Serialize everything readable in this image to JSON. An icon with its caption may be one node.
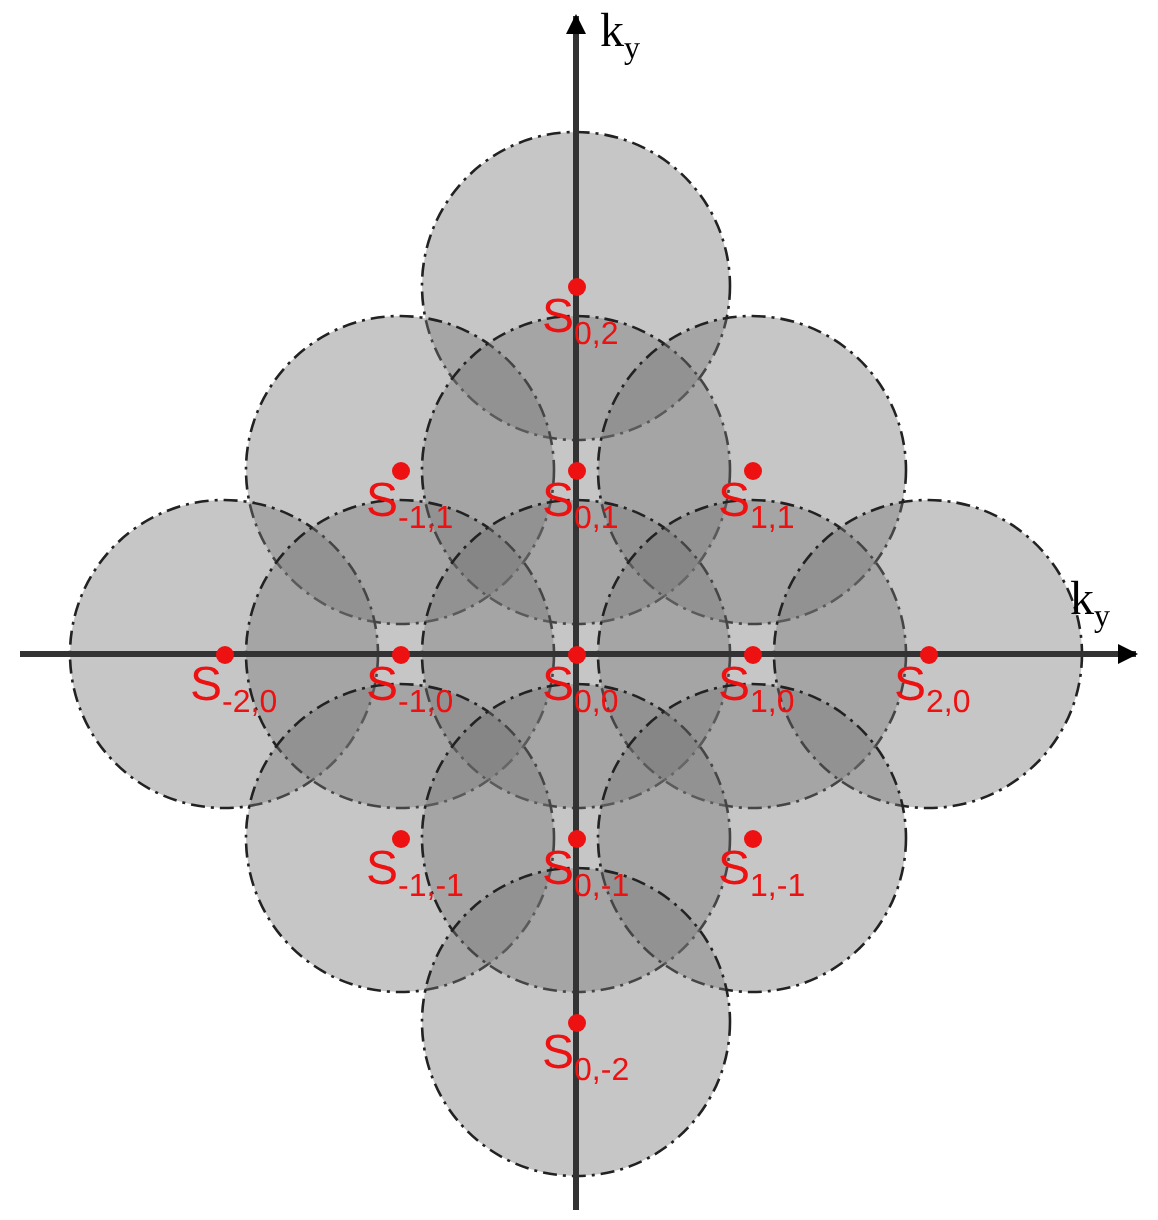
{
  "diagram": {
    "nodes": [
      {
        "text": [
          "S$_{0,2}$"
        ]
      },
      {
        "text": [
          "S$_{-1,1}$"
        ]
      },
      {
        "text": [
          "S$_{0,1}$"
        ]
      },
      {
        "text": [
          "S$_{1,1}$"
        ]
      },
      {
        "text": [
          "S$_{-2,0}$"
        ]
      },
      {
        "text": [
          "S$_{-1,0}$"
        ]
      },
      {
        "text": [
          "S$_{0,0}$"
        ]
      },
      {
        "text": [
          "S$_{1,0}$"
        ]
      },
      {
        "text": [
          "S$_{2,0}$"
        ]
      },
      {
        "text": [
          "S$_{-1,-1}$"
        ]
      },
      {
        "text": [
          "S$_{0,-1}$"
        ]
      },
      {
        "text": [
          "S$_{1,-1}$"
        ]
      },
      {
        "text": [
          "S$_{0,-2}$"
        ]
      }
    ],
    "edges": [],
    "labels": [
      "k$_{y}$",
      "k$_{y}$"
    ]
  }
}
